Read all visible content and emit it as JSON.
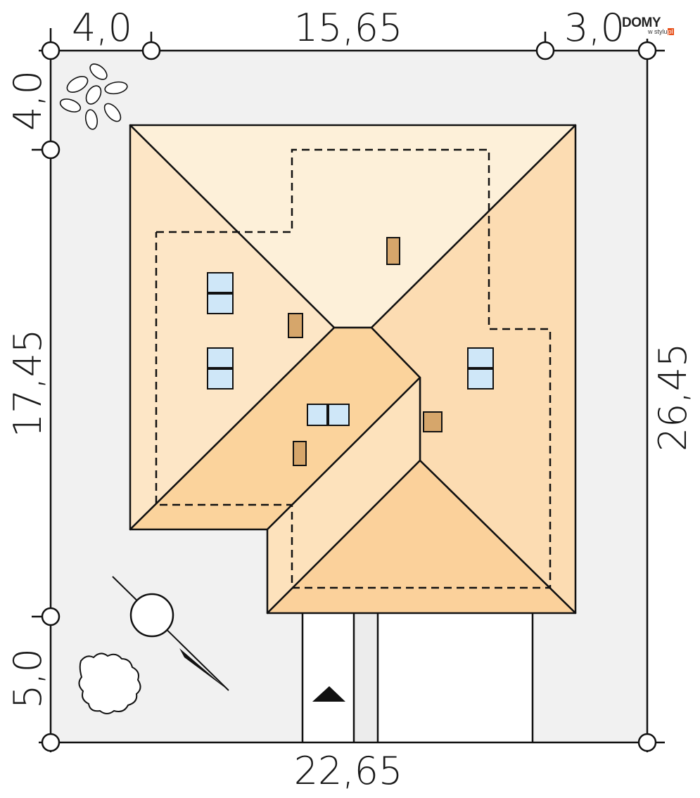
{
  "dimensions": {
    "top_left": "4,0",
    "top_middle": "15,65",
    "top_right": "3,0",
    "left_top": "4,0",
    "left_middle": "17,45",
    "left_bottom": "5,0",
    "right": "26,45",
    "bottom": "22,65"
  },
  "logo": {
    "main": "DOMY",
    "sub": "w stylu",
    "tld": "pl"
  },
  "colors": {
    "plot": "#f1f1f1",
    "roof_top": "#fdf0d9",
    "roof_left": "#fde6c6",
    "roof_right": "#fcdcb2",
    "roof_center": "#fbd39c",
    "roof_small": "#fde2bc",
    "roof_bottom": "#fbd19b",
    "window": "#cfe7f8",
    "chimney": "#d6a66b"
  }
}
